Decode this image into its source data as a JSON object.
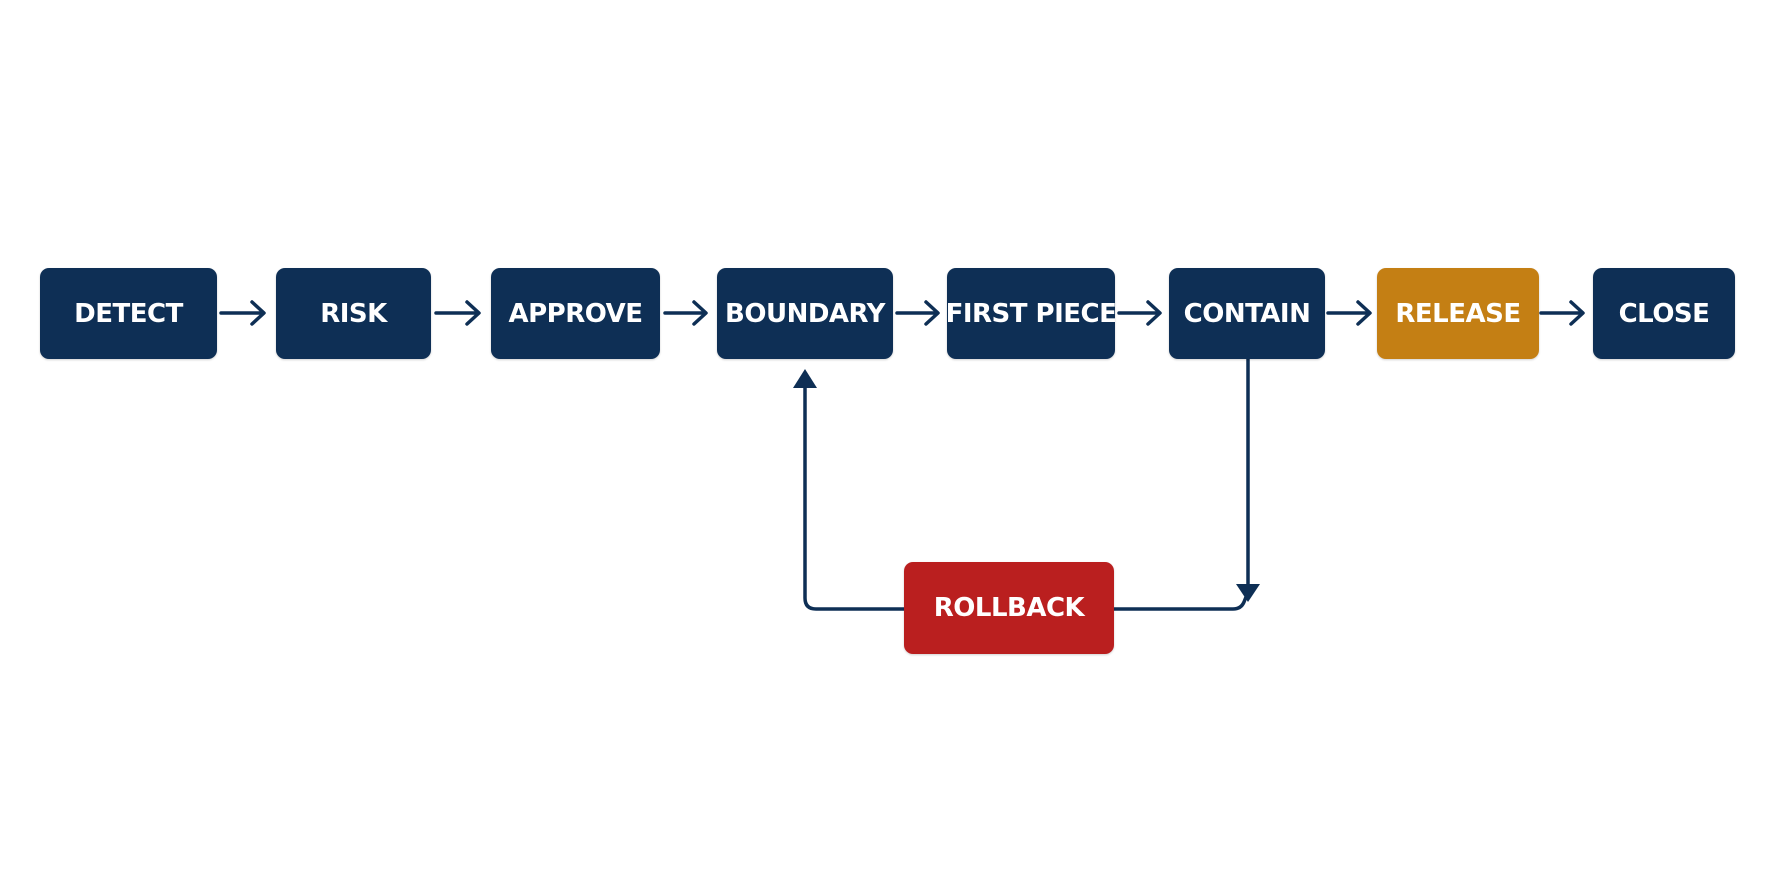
{
  "colors": {
    "navy": "#0e2f55",
    "amber": "#c47f14",
    "red": "#ba1f1f",
    "connector": "#0e2f55"
  },
  "nodes": {
    "detect": {
      "label": "DETECT",
      "color": "navy"
    },
    "risk": {
      "label": "RISK",
      "color": "navy"
    },
    "approve": {
      "label": "APPROVE",
      "color": "navy"
    },
    "boundary": {
      "label": "BOUNDARY",
      "color": "navy"
    },
    "first_piece": {
      "label": "FIRST PIECE",
      "color": "navy"
    },
    "contain": {
      "label": "CONTAIN",
      "color": "navy"
    },
    "release": {
      "label": "RELEASE",
      "color": "amber"
    },
    "close": {
      "label": "CLOSE",
      "color": "navy"
    },
    "rollback": {
      "label": "ROLLBACK",
      "color": "red"
    }
  },
  "edges": [
    {
      "from": "detect",
      "to": "risk"
    },
    {
      "from": "risk",
      "to": "approve"
    },
    {
      "from": "approve",
      "to": "boundary"
    },
    {
      "from": "boundary",
      "to": "first_piece"
    },
    {
      "from": "first_piece",
      "to": "contain"
    },
    {
      "from": "contain",
      "to": "release"
    },
    {
      "from": "release",
      "to": "close"
    },
    {
      "from": "contain",
      "to": "rollback"
    },
    {
      "from": "rollback",
      "to": "boundary"
    }
  ]
}
